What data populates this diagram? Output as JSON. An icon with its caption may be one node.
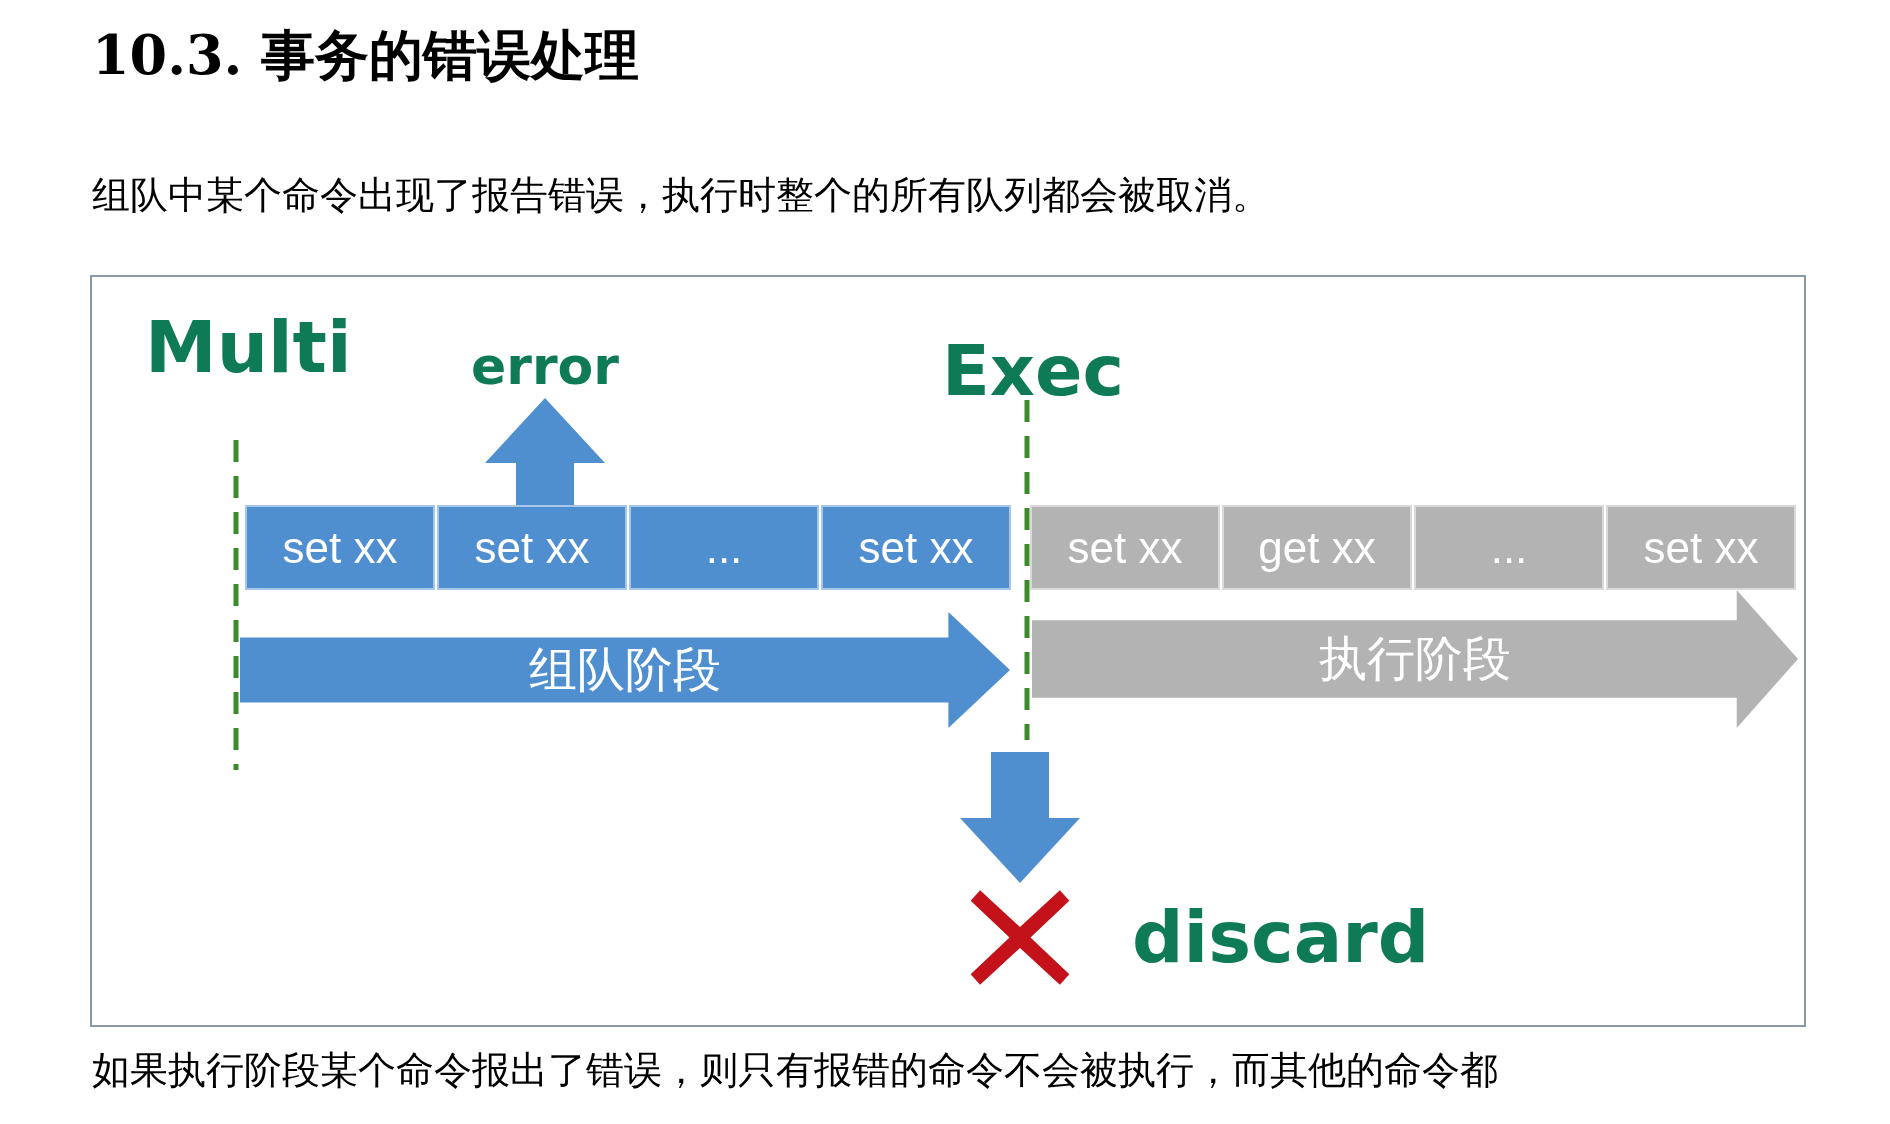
{
  "diagram": {
    "title": "10.3. 事务的错误处理",
    "nodes": [
      {
        "text": [
          "set xx"
        ]
      },
      {
        "text": [
          "set xx"
        ]
      },
      {
        "text": [
          "..."
        ]
      },
      {
        "text": [
          "set xx"
        ]
      },
      {
        "text": [
          "set xx"
        ]
      },
      {
        "text": [
          "get xx"
        ]
      },
      {
        "text": [
          "..."
        ]
      },
      {
        "text": [
          "set xx"
        ]
      },
      {
        "text": [
          "组队阶段"
        ]
      },
      {
        "text": [
          "执行阶段"
        ]
      },
      {
        "text": [
          "error"
        ]
      },
      {
        "text": [],
        "shape": "cross"
      }
    ],
    "edges": [
      {
        "from": 1,
        "to": 10,
        "arrow": "to"
      },
      {
        "from": null,
        "to": 11,
        "arrow": "to"
      }
    ],
    "labels": [
      "组队中某个命令出现了报告错误，执行时整个的所有队列都会被取消。",
      "Multi",
      "Exec",
      "discard",
      "如果执行阶段某个命令报出了错误，则只有报错的命令不会被执行，而其他的命令都"
    ]
  }
}
